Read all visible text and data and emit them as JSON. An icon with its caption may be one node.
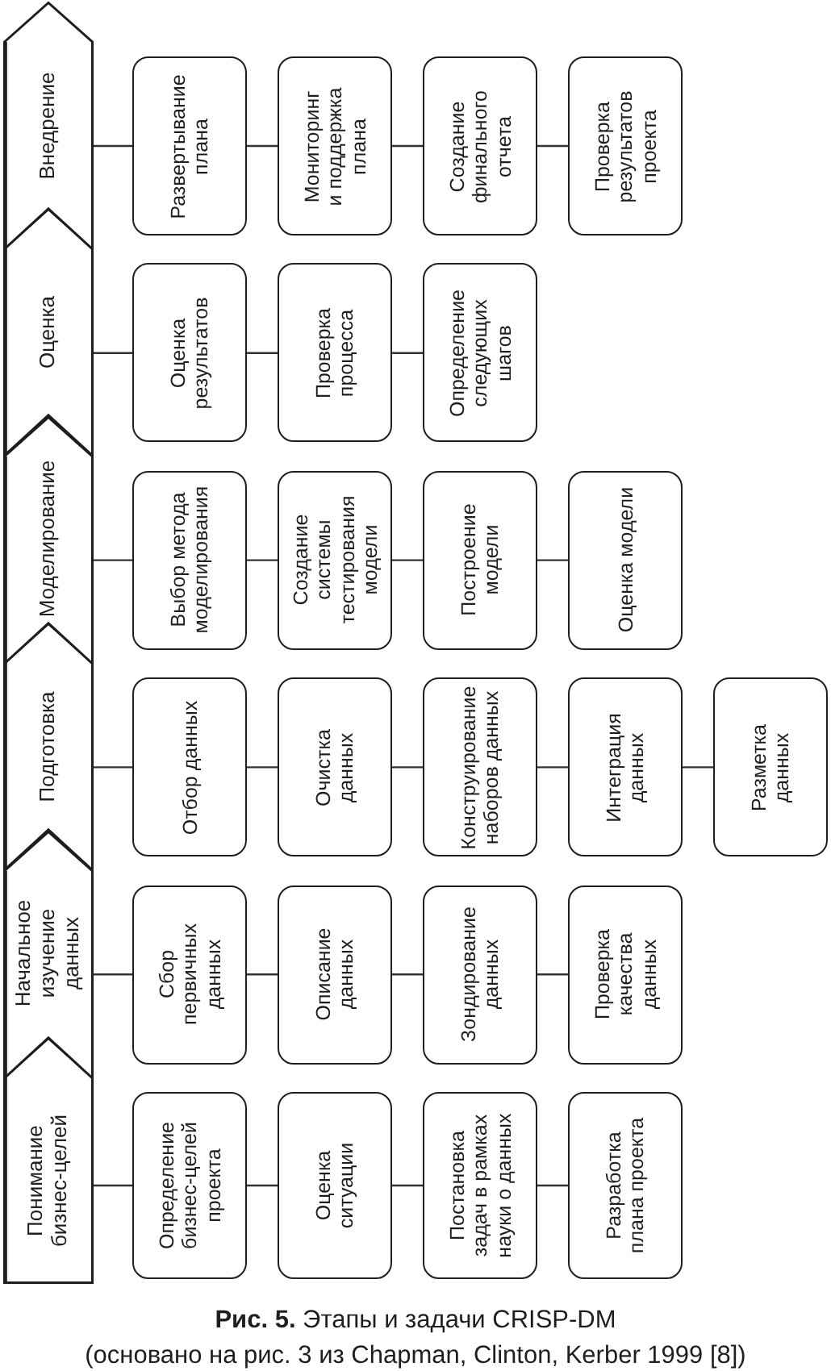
{
  "diagram": {
    "caption": "**Рис. 5.** Этапы и задачи CRISP-DM",
    "nodes": [
      {
        "text": [
          "Понимание бизнес-целей"
        ]
      },
      {
        "text": [
          "Определение бизнес-целей проекта"
        ]
      },
      {
        "text": [
          "Оценка ситуации"
        ]
      },
      {
        "text": [
          "Постановка задач в рамках науки о данных"
        ]
      },
      {
        "text": [
          "Разработка плана проекта"
        ]
      },
      {
        "text": [
          "Начальное изучение данных"
        ]
      },
      {
        "text": [
          "Сбор первичных данных"
        ]
      },
      {
        "text": [
          "Описание данных"
        ]
      },
      {
        "text": [
          "Зондирование данных"
        ]
      },
      {
        "text": [
          "Проверка качества данных"
        ]
      },
      {
        "text": [
          "Подготовка"
        ]
      },
      {
        "text": [
          "Отбор данных"
        ]
      },
      {
        "text": [
          "Очистка данных"
        ]
      },
      {
        "text": [
          "Конструирование наборов данных"
        ]
      },
      {
        "text": [
          "Интеграция данных"
        ]
      },
      {
        "text": [
          "Разметка данных"
        ]
      },
      {
        "text": [
          "Моделирование"
        ]
      },
      {
        "text": [
          "Выбор метода моделирования"
        ]
      },
      {
        "text": [
          "Создание системы тестирования модели"
        ]
      },
      {
        "text": [
          "Построение модели"
        ]
      },
      {
        "text": [
          "Оценка модели"
        ]
      },
      {
        "text": [
          "Оценка"
        ]
      },
      {
        "text": [
          "Оценка результатов"
        ]
      },
      {
        "text": [
          "Проверка процесса"
        ]
      },
      {
        "text": [
          "Определение следующих шагов"
        ]
      },
      {
        "text": [
          "Внедрение"
        ]
      },
      {
        "text": [
          "Развертывание плана"
        ]
      },
      {
        "text": [
          "Мониторинг и поддержка плана"
        ]
      },
      {
        "text": [
          "Создание финального отчета"
        ]
      },
      {
        "text": [
          "Проверка результатов проекта"
        ]
      }
    ],
    "edges": [
      {
        "from": 0,
        "to": 1,
        "arrow": "none"
      },
      {
        "from": 1,
        "to": 2,
        "arrow": "none"
      },
      {
        "from": 2,
        "to": 3,
        "arrow": "none"
      },
      {
        "from": 3,
        "to": 4,
        "arrow": "none"
      },
      {
        "from": 5,
        "to": 6,
        "arrow": "none"
      },
      {
        "from": 6,
        "to": 7,
        "arrow": "none"
      },
      {
        "from": 7,
        "to": 8,
        "arrow": "none"
      },
      {
        "from": 8,
        "to": 9,
        "arrow": "none"
      },
      {
        "from": 10,
        "to": 11,
        "arrow": "none"
      },
      {
        "from": 11,
        "to": 12,
        "arrow": "none"
      },
      {
        "from": 12,
        "to": 13,
        "arrow": "none"
      },
      {
        "from": 13,
        "to": 14,
        "arrow": "none"
      },
      {
        "from": 14,
        "to": 15,
        "arrow": "none"
      },
      {
        "from": 16,
        "to": 17,
        "arrow": "none"
      },
      {
        "from": 17,
        "to": 18,
        "arrow": "none"
      },
      {
        "from": 18,
        "to": 19,
        "arrow": "none"
      },
      {
        "from": 19,
        "to": 20,
        "arrow": "none"
      },
      {
        "from": 21,
        "to": 22,
        "arrow": "none"
      },
      {
        "from": 22,
        "to": 23,
        "arrow": "none"
      },
      {
        "from": 23,
        "to": 24,
        "arrow": "none"
      },
      {
        "from": 25,
        "to": 26,
        "arrow": "none"
      },
      {
        "from": 26,
        "to": 27,
        "arrow": "none"
      },
      {
        "from": 27,
        "to": 28,
        "arrow": "none"
      },
      {
        "from": 28,
        "to": 29,
        "arrow": "none"
      }
    ],
    "labels": [
      "(основано на рис. 3 из Chapman, Clinton, Kerber 1999 [8])"
    ]
  }
}
